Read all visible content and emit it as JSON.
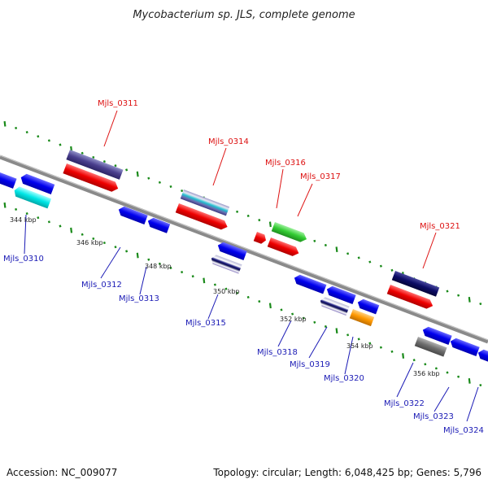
{
  "header": {
    "title": "Mycobacterium sp. JLS, complete genome"
  },
  "footer": {
    "accession": "Accession: NC_009077",
    "topology": "Topology: circular; Length: 6,048,425 bp; Genes: 5,796"
  },
  "scale": {
    "ticks": [
      "344 kbp",
      "346 kbp",
      "348 kbp",
      "350 kbp",
      "352 kbp",
      "354 kbp",
      "356 kbp"
    ]
  },
  "genes": {
    "forward": [
      "Mjls_0311",
      "Mjls_0314",
      "Mjls_0316",
      "Mjls_0317",
      "Mjls_0321"
    ],
    "reverse": [
      "Mjls_0310",
      "Mjls_0312",
      "Mjls_0313",
      "Mjls_0315",
      "Mjls_0318",
      "Mjls_0319",
      "Mjls_0320",
      "Mjls_0322",
      "Mjls_0323",
      "Mjls_0324"
    ]
  },
  "colors": {
    "backbone": "#8a8a8a",
    "forward_label": "#dd1111",
    "reverse_label": "#1a1ab5",
    "tick_green": "#1a8a1a"
  }
}
